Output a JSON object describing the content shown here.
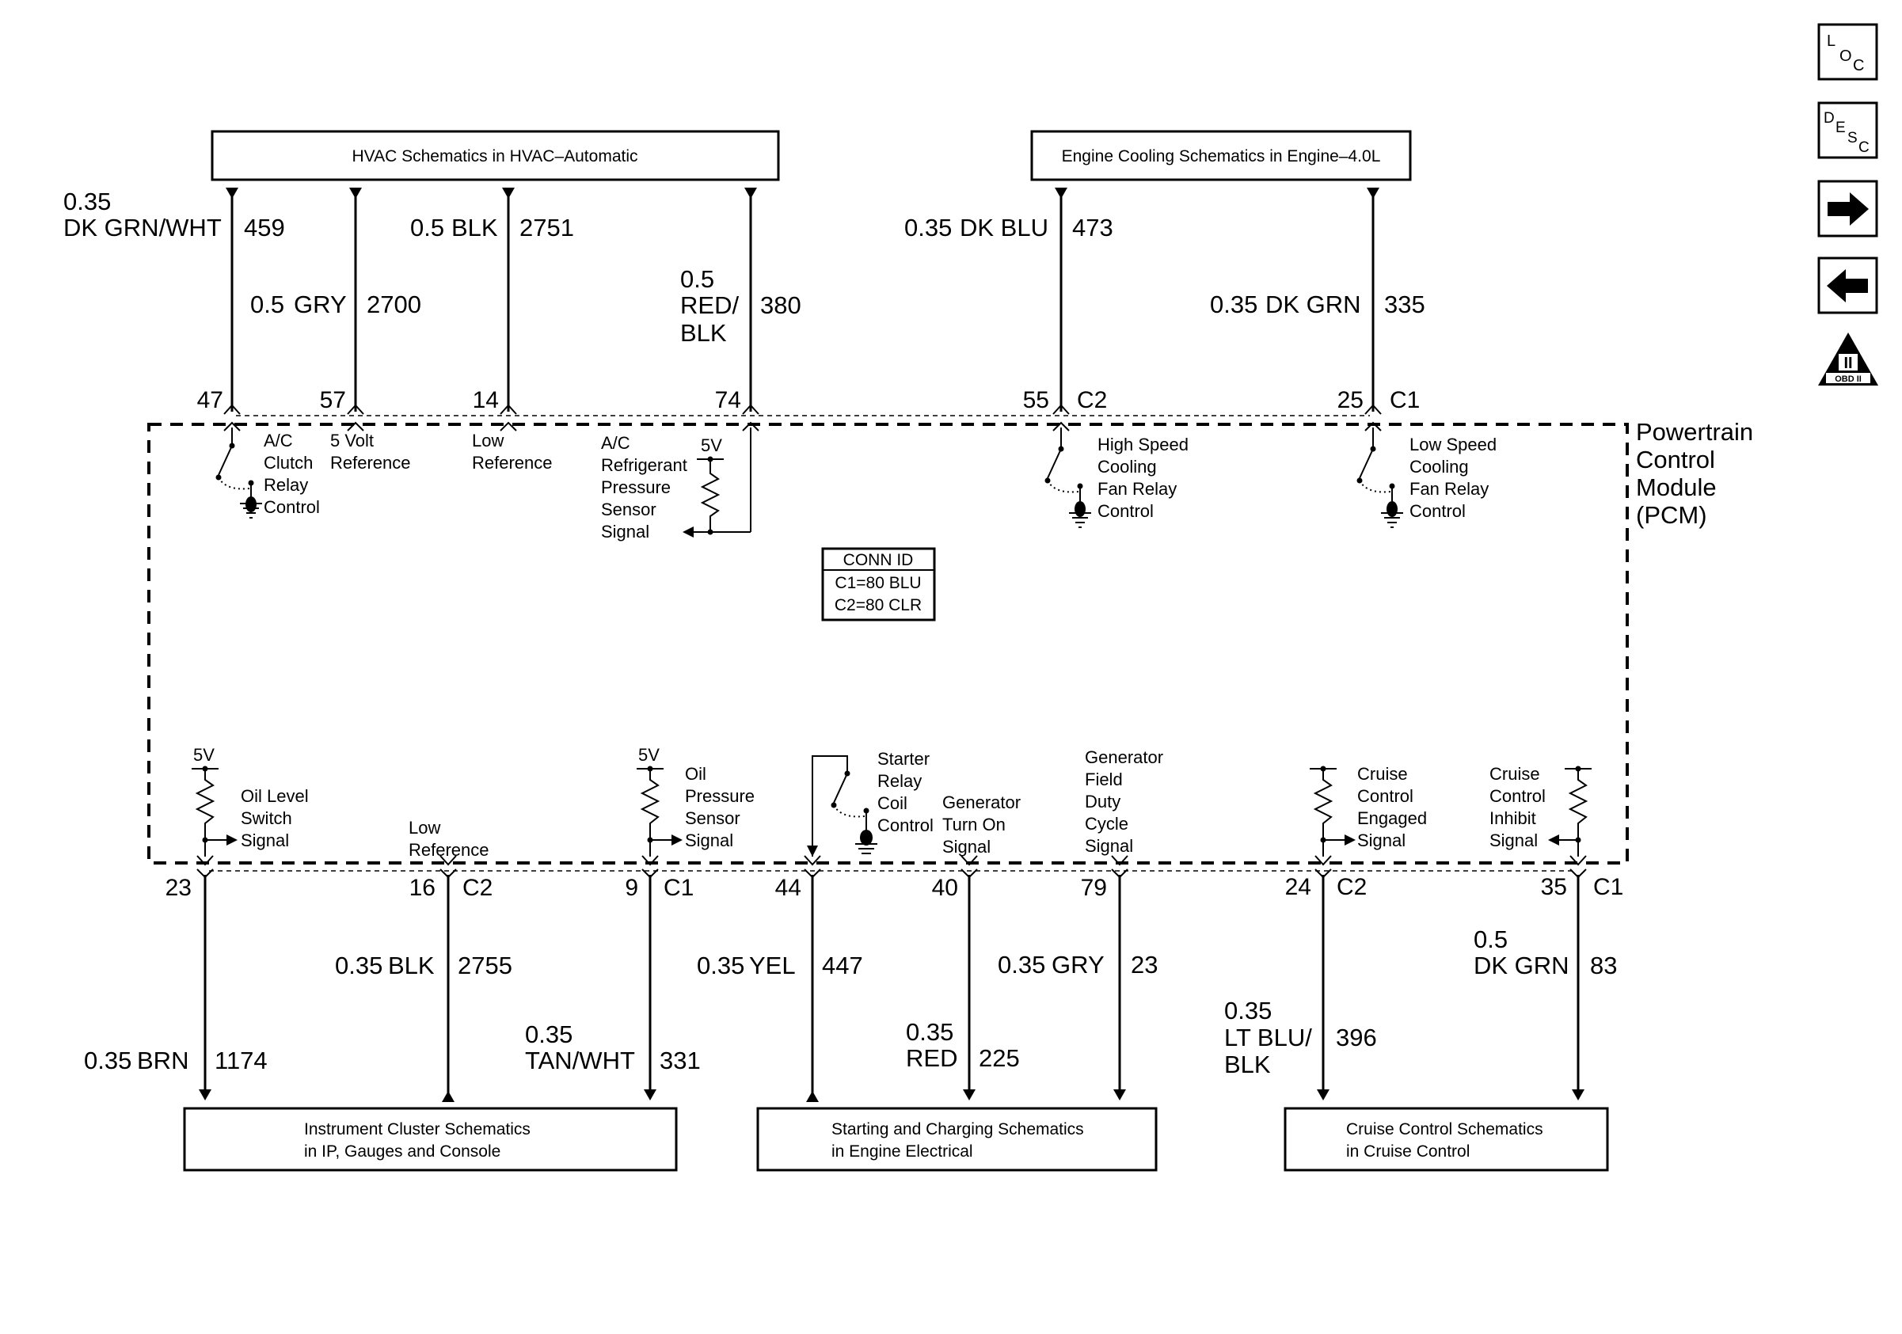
{
  "top_boxes": {
    "hvac": "HVAC Schematics in HVAC–Automatic",
    "engine_cooling": "Engine Cooling Schematics in Engine–4.0L"
  },
  "bottom_boxes": {
    "instrument_line1": "Instrument Cluster Schematics",
    "instrument_line2": "in IP, Gauges and Console",
    "starting_line1": "Starting and Charging Schematics",
    "starting_line2": "in Engine Electrical",
    "cruise_line1": "Cruise Control Schematics",
    "cruise_line2": "in Cruise Control"
  },
  "top_wires": [
    {
      "gauge": "0.35",
      "color": "DK GRN/WHT",
      "circuit": "459",
      "pin": "47"
    },
    {
      "gauge": "0.5",
      "color": "GRY",
      "circuit": "2700",
      "pin": "57"
    },
    {
      "gauge": "0.5",
      "color": "BLK",
      "circuit": "2751",
      "pin": "14"
    },
    {
      "gauge": "0.5",
      "color_line1": "RED/",
      "color_line2": "BLK",
      "circuit": "380",
      "pin": "74"
    },
    {
      "gauge": "0.35",
      "color": "DK BLU",
      "circuit": "473",
      "pin": "55",
      "connector": "C2"
    },
    {
      "gauge": "0.35",
      "color": "DK GRN",
      "circuit": "335",
      "pin": "25",
      "connector": "C1"
    }
  ],
  "bottom_wires": [
    {
      "gauge": "0.35",
      "color": "BRN",
      "circuit": "1174",
      "pin": "23"
    },
    {
      "gauge": "0.35",
      "color": "BLK",
      "circuit": "2755",
      "pin": "16",
      "connector": "C2"
    },
    {
      "gauge": "0.35",
      "color": "TAN/WHT",
      "circuit": "331",
      "pin": "9",
      "connector": "C1"
    },
    {
      "gauge": "0.35",
      "color": "YEL",
      "circuit": "447",
      "pin": "44"
    },
    {
      "gauge": "0.35",
      "color": "RED",
      "circuit": "225",
      "pin": "40"
    },
    {
      "gauge": "0.35",
      "color": "GRY",
      "circuit": "23",
      "pin": "79"
    },
    {
      "gauge": "0.35",
      "color_line1": "LT BLU/",
      "color_line2": "BLK",
      "circuit": "396",
      "pin": "24",
      "connector": "C2"
    },
    {
      "gauge": "0.5",
      "color": "DK GRN",
      "circuit": "83",
      "pin": "35",
      "connector": "C1"
    }
  ],
  "pcm_labels": {
    "ac_clutch": [
      "A/C",
      "Clutch",
      "Relay",
      "Control"
    ],
    "five_volt": [
      "5 Volt",
      "Reference"
    ],
    "low_ref_top": [
      "Low",
      "Reference"
    ],
    "ac_pressure": [
      "A/C",
      "Refrigerant",
      "Pressure",
      "Sensor",
      "Signal"
    ],
    "five_v": "5V",
    "high_speed": [
      "High Speed",
      "Cooling",
      "Fan Relay",
      "Control"
    ],
    "low_speed": [
      "Low Speed",
      "Cooling",
      "Fan Relay",
      "Control"
    ],
    "module": [
      "Powertrain",
      "Control",
      "Module",
      "(PCM)"
    ],
    "conn_id_title": "CONN ID",
    "conn_id_c1": "C1=80 BLU",
    "conn_id_c2": "C2=80 CLR",
    "oil_level": [
      "Oil Level",
      "Switch",
      "Signal"
    ],
    "low_ref_bottom": [
      "Low",
      "Reference"
    ],
    "oil_pressure": [
      "Oil",
      "Pressure",
      "Sensor",
      "Signal"
    ],
    "starter": [
      "Starter",
      "Relay",
      "Coil",
      "Control"
    ],
    "generator_turn_on": [
      "Generator",
      "Turn On",
      "Signal"
    ],
    "generator_field": [
      "Generator",
      "Field",
      "Duty",
      "Cycle",
      "Signal"
    ],
    "cruise_engaged": [
      "Cruise",
      "Control",
      "Engaged",
      "Signal"
    ],
    "cruise_inhibit": [
      "Cruise",
      "Control",
      "Inhibit",
      "Signal"
    ]
  },
  "side_icons": {
    "loc": [
      "L",
      "O",
      "C"
    ],
    "desc": [
      "D",
      "E",
      "S",
      "C"
    ],
    "obd": "OBD II",
    "obd_numeral": "II"
  }
}
